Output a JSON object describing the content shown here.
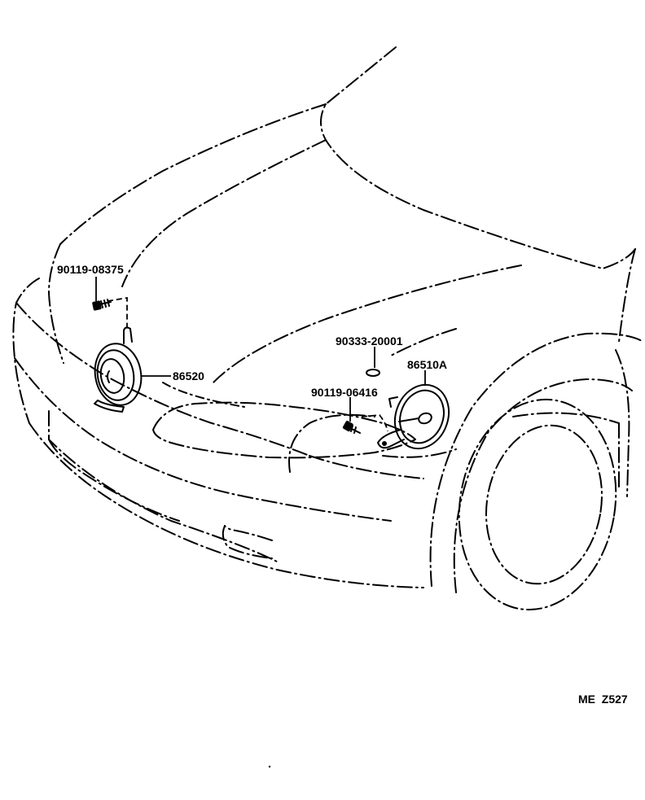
{
  "diagram": {
    "parts": [
      {
        "id": "bolt-upper",
        "label": "90119-08375"
      },
      {
        "id": "horn-low",
        "label": "86520"
      },
      {
        "id": "clip",
        "label": "90333-20001"
      },
      {
        "id": "horn-high",
        "label": "86510A"
      },
      {
        "id": "bolt-lower",
        "label": "90119-06416"
      }
    ],
    "figure_code": "ME  Z527"
  }
}
